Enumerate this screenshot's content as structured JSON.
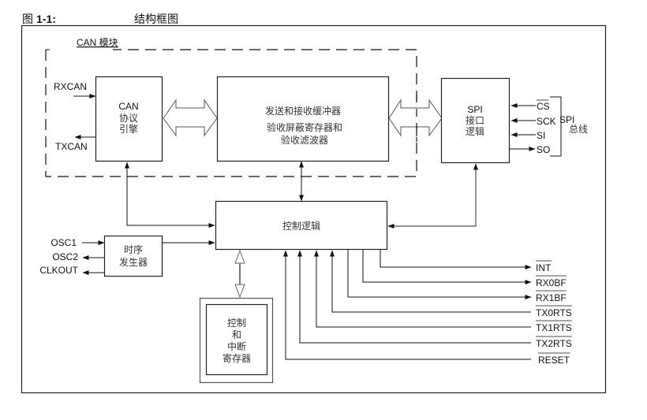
{
  "figure": {
    "number_prefix": "图",
    "number": "1-1:",
    "title": "结构框图"
  },
  "can_module": {
    "label": "CAN 模块"
  },
  "blocks": {
    "can_engine": {
      "line1": "CAN",
      "line2": "协议",
      "line3": "引擎"
    },
    "buffers": {
      "line1": "发送和接收缓冲器",
      "line2": "验收屏蔽寄存器和",
      "line3": "验收滤波器"
    },
    "spi": {
      "line1": "SPI",
      "line2": "接口",
      "line3": "逻辑"
    },
    "control_logic": {
      "line1": "控制逻辑"
    },
    "timing": {
      "line1": "时序",
      "line2": "发生器"
    },
    "registers": {
      "line1": "控制",
      "line2": "和",
      "line3": "中断",
      "line4": "寄存器"
    }
  },
  "can_signals": {
    "rx": "RXCAN",
    "tx": "TXCAN"
  },
  "osc_signals": {
    "osc1": "OSC1",
    "osc2": "OSC2",
    "clkout": "CLKOUT"
  },
  "spi_bus": {
    "cs": "CS",
    "sck": "SCK",
    "si": "SI",
    "so": "SO",
    "bus_label_1": "SPI",
    "bus_label_2": "总线"
  },
  "control_pins": [
    {
      "label": "INT",
      "direction": "out",
      "active_low": true
    },
    {
      "label": "RX0BF",
      "direction": "out",
      "active_low": true
    },
    {
      "label": "RX1BF",
      "direction": "out",
      "active_low": true
    },
    {
      "label": "TX0RTS",
      "direction": "in",
      "active_low": true
    },
    {
      "label": "TX1RTS",
      "direction": "in",
      "active_low": true
    },
    {
      "label": "TX2RTS",
      "direction": "in",
      "active_low": true
    },
    {
      "label": "RESET",
      "direction": "in",
      "active_low": true
    }
  ]
}
